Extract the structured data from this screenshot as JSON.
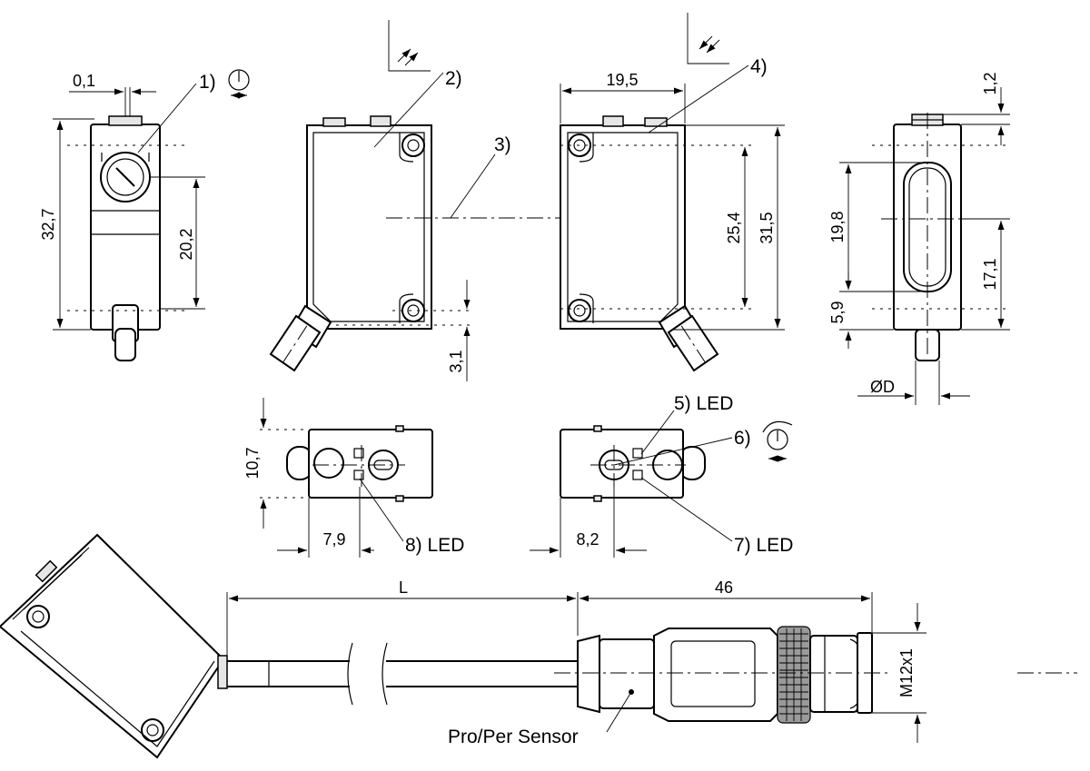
{
  "dimensions": {
    "d_0_1": "0,1",
    "d_32_7": "32,7",
    "d_20_2": "20,2",
    "d_3_1": "3,1",
    "d_19_5": "19,5",
    "d_25_4": "25,4",
    "d_31_5": "31,5",
    "d_1_2": "1,2",
    "d_19_8": "19,8",
    "d_17_1": "17,1",
    "d_5_9": "5,9",
    "d_phi_d": "ØD",
    "d_10_7": "10,7",
    "d_7_9": "7,9",
    "d_8_2": "8,2",
    "d_L": "L",
    "d_46": "46",
    "d_m12": "M12x1"
  },
  "callouts": {
    "c1": "1)",
    "c2": "2)",
    "c3": "3)",
    "c4": "4)",
    "c5": "5) LED",
    "c6": "6)",
    "c7": "7) LED",
    "c8": "8) LED"
  },
  "labels": {
    "connector": "Pro/Per Sensor"
  },
  "icons": [
    "potentiometer-icon",
    "emitter-arrows-icon",
    "receiver-arrows-icon"
  ]
}
